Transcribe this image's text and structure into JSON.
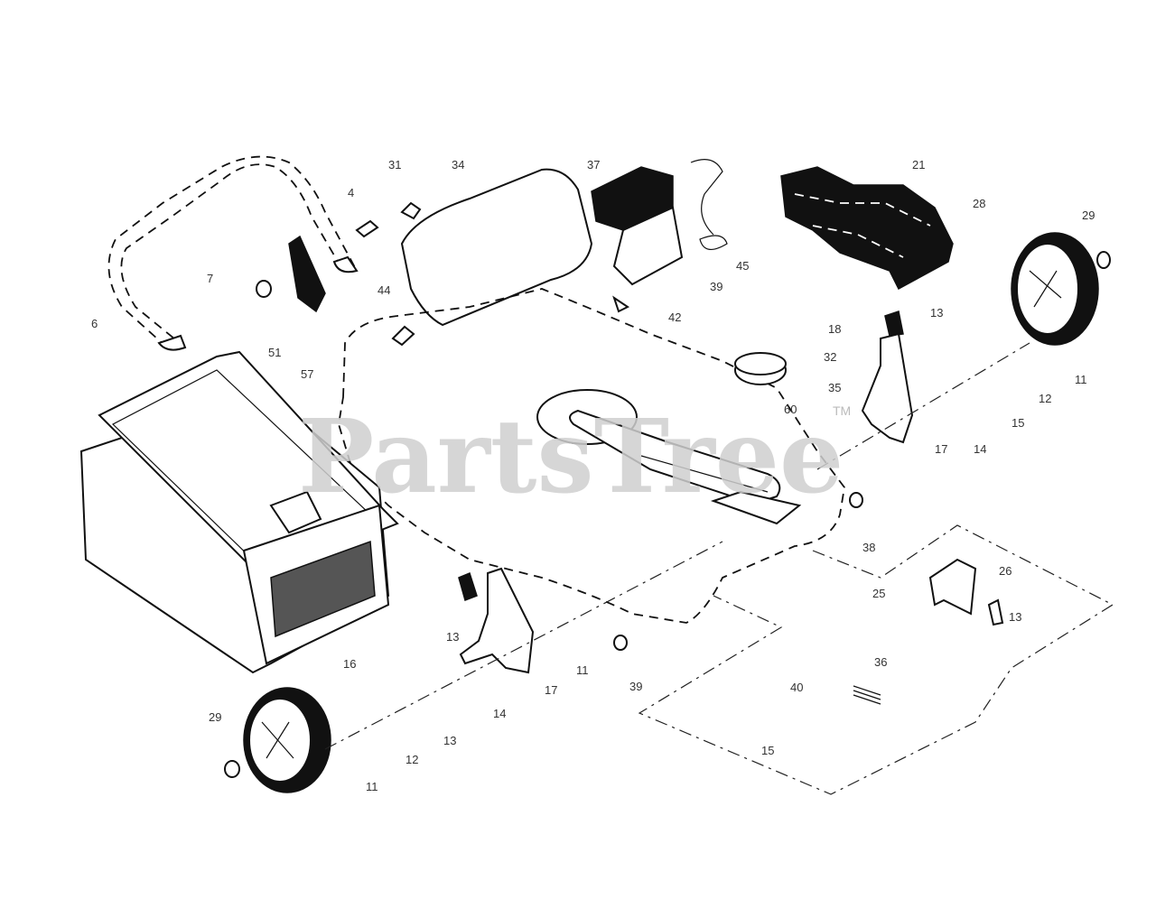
{
  "watermark": {
    "text": "PartsTree",
    "trademark": "TM"
  },
  "callouts": [
    {
      "id": "c1",
      "label": "31"
    },
    {
      "id": "c2",
      "label": "34"
    },
    {
      "id": "c3",
      "label": "37"
    },
    {
      "id": "c4",
      "label": "4"
    },
    {
      "id": "c5",
      "label": "21"
    },
    {
      "id": "c6",
      "label": "28"
    },
    {
      "id": "c7",
      "label": "29"
    },
    {
      "id": "c8",
      "label": "7"
    },
    {
      "id": "c9",
      "label": "6"
    },
    {
      "id": "c10",
      "label": "44"
    },
    {
      "id": "c11",
      "label": "45"
    },
    {
      "id": "c12",
      "label": "39"
    },
    {
      "id": "c13",
      "label": "42"
    },
    {
      "id": "c14",
      "label": "51"
    },
    {
      "id": "c15",
      "label": "57"
    },
    {
      "id": "c16",
      "label": "18"
    },
    {
      "id": "c17",
      "label": "13"
    },
    {
      "id": "c18",
      "label": "32"
    },
    {
      "id": "c19",
      "label": "35"
    },
    {
      "id": "c20",
      "label": "60"
    },
    {
      "id": "c21",
      "label": "11"
    },
    {
      "id": "c22",
      "label": "12"
    },
    {
      "id": "c23",
      "label": "15"
    },
    {
      "id": "c24",
      "label": "17"
    },
    {
      "id": "c25",
      "label": "14"
    },
    {
      "id": "c26",
      "label": "38"
    },
    {
      "id": "c27",
      "label": "26"
    },
    {
      "id": "c28",
      "label": "25"
    },
    {
      "id": "c29",
      "label": "13"
    },
    {
      "id": "c30",
      "label": "16"
    },
    {
      "id": "c31",
      "label": "13"
    },
    {
      "id": "c32",
      "label": "11"
    },
    {
      "id": "c33",
      "label": "17"
    },
    {
      "id": "c34",
      "label": "39"
    },
    {
      "id": "c35",
      "label": "40"
    },
    {
      "id": "c36",
      "label": "36"
    },
    {
      "id": "c37",
      "label": "14"
    },
    {
      "id": "c38",
      "label": "29"
    },
    {
      "id": "c39",
      "label": "13"
    },
    {
      "id": "c40",
      "label": "12"
    },
    {
      "id": "c41",
      "label": "11"
    },
    {
      "id": "c42",
      "label": "15"
    }
  ]
}
